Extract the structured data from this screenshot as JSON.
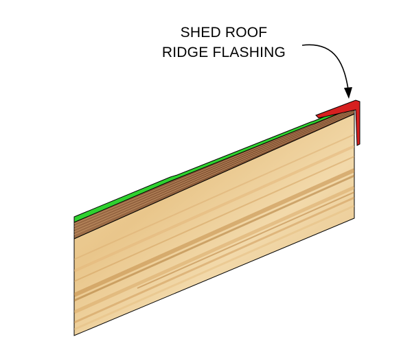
{
  "callout": {
    "line1": "SHED ROOF",
    "line2": "RIDGE FLASHING"
  },
  "colors": {
    "background": "#ffffff",
    "wood_base": "#e8c68e",
    "wood_dark": "#c9954f",
    "plank_edge": "#8a5a3a",
    "roofing_green": "#2fd12f",
    "flashing_red": "#d62020",
    "arrow": "#000000"
  },
  "icons": {
    "arrow": "curved-leader-arrow"
  }
}
